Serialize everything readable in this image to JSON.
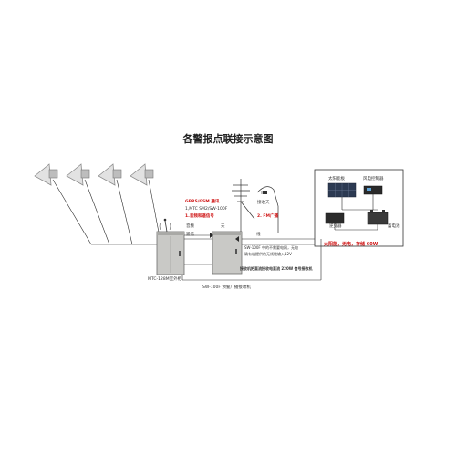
{
  "title": "各警报点联接示意图",
  "labels": {
    "gprs": "GPRS/GSM  通讯",
    "model": "1,MTC  SM2/SW-100F",
    "voice_alarm": "1.音频和遥信号",
    "audio": "音频",
    "tian": "天",
    "remote": "遥信",
    "antenna": "接收天",
    "fm": "2.  FM广播",
    "xian": "线",
    "controller_note_1": "SW-100F 中的不需要电网，无电",
    "controller_note_2": "确有机提供的无线缆输入12V",
    "cabinet_left_caption": "MTC-128M室外柜",
    "cabinet_right_caption": "SW-100F 预警广播接收机",
    "solar_power_note": "太阳能，无电，存储 60W",
    "bottom_note": "接收机把直流接收电直流 220W 信号接收机",
    "solar_panel": "太阳能板",
    "solar_controller": "风电控制器",
    "inverter": "逆变器",
    "battery": "蓄电池"
  },
  "colors": {
    "line": "#2a2a2a",
    "accent_red": "#d01818",
    "cabinet_fill": "#c9c9c6",
    "cabinet_shade": "#a9a9a6",
    "speaker_fill": "#e2e2e2",
    "speaker_edge": "#8a8a8a",
    "panel_fill": "#2c3a52"
  }
}
